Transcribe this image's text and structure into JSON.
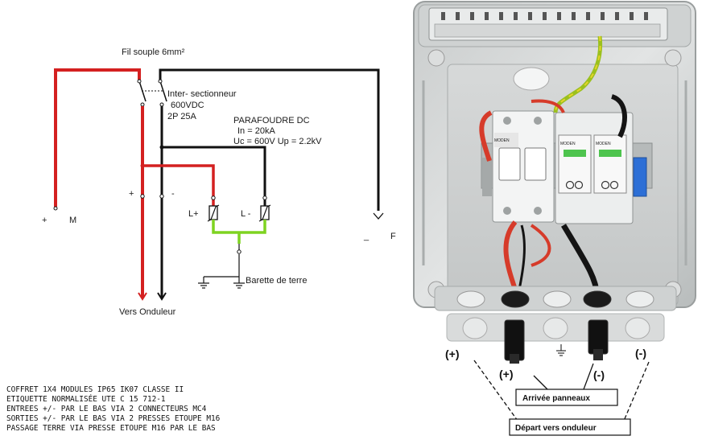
{
  "schematic": {
    "cable_label": "Fil souple 6mm²",
    "disconnector": {
      "line1": "Inter- sectionneur",
      "line2": "600VDC",
      "line3": "2P 25A"
    },
    "surge": {
      "line1": "PARAFOUDRE DC",
      "line2": "In = 20kA",
      "line3": "Uc = 600V Up = 2.2kV"
    },
    "plus_sign": "+",
    "minus_sign": "-",
    "m_plus": "+",
    "m_label": "M",
    "f_minus": "_",
    "f_label": "F",
    "l_plus": "L+",
    "l_minus": "L -",
    "earth_bar": "Barette de terre",
    "to_inverter": "Vers Onduleur"
  },
  "specs": [
    "COFFRET 1X4 MODULES  IP65 IK07 CLASSE II",
    "ETIQUETTE NORMALISÉE UTE C 15 712-1",
    "ENTREES +/- PAR LE BAS VIA 2 CONNECTEURS MC4",
    "SORTIES +/- PAR LE BAS VIA 2 PRESSES ETOUPE M16",
    "PASSAGE TERRE VIA PRESSE ETOUPE M16 PAR LE BAS"
  ],
  "photo": {
    "out_plus": "(+)",
    "out_minus": "(-)",
    "in_plus": "(+)",
    "in_minus": "(-)",
    "panels_box": "Arrivée panneaux",
    "inverter_box": "Départ vers onduleur",
    "module_brand": "MODEN"
  },
  "colors": {
    "positive": "#d42020",
    "negative": "#111111",
    "earth": "#7ed321",
    "enclosure": "#d6d8d8"
  }
}
